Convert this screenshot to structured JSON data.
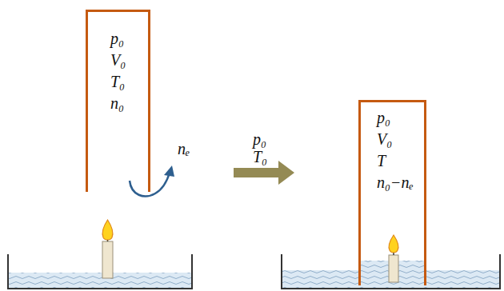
{
  "diagram": {
    "nodes": [
      {
        "text": [
          "p₀",
          "V₀",
          "T₀",
          "n₀"
        ]
      },
      {
        "text": [
          "p₀",
          "V₀",
          "T",
          "n₀−nₑ"
        ]
      }
    ],
    "labels": [
      "nₑ",
      "p₀",
      "T₀"
    ]
  }
}
